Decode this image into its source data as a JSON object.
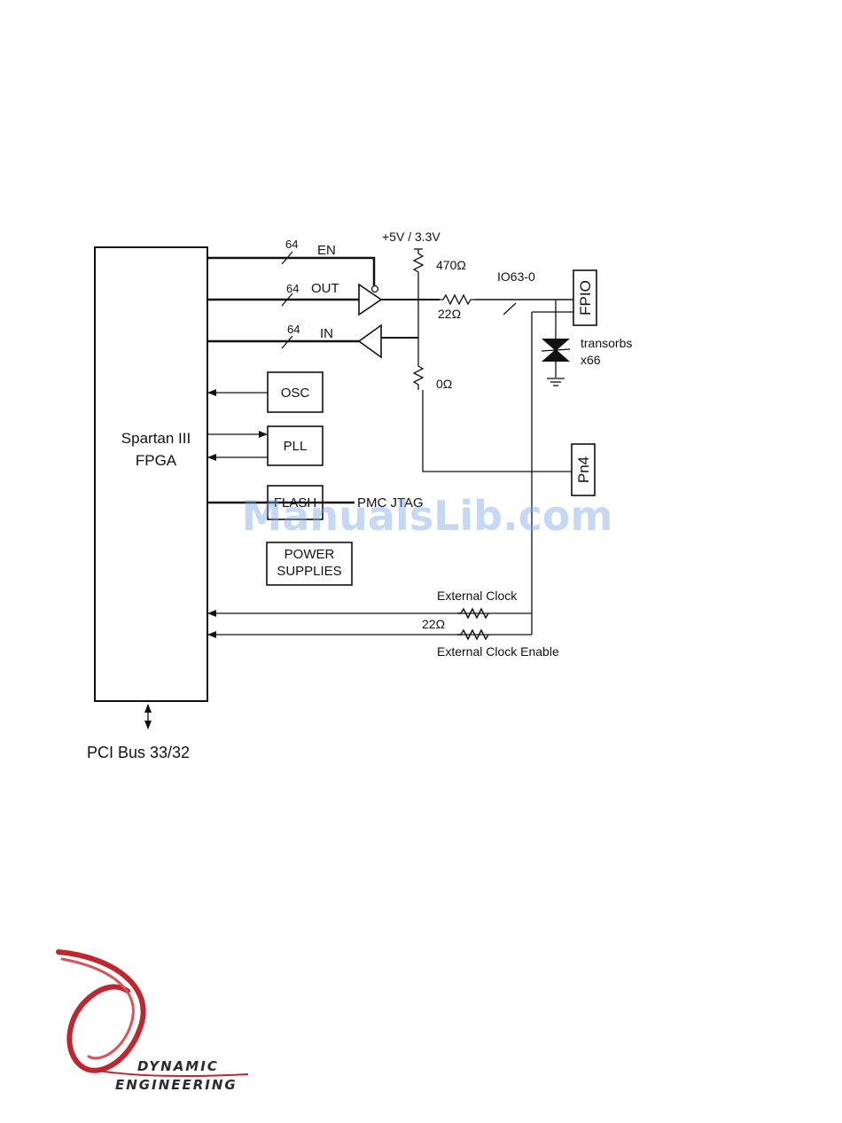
{
  "fpga": {
    "line1": "Spartan III",
    "line2": "FPGA"
  },
  "buses": {
    "en_width": "64",
    "en_label": "EN",
    "out_width": "64",
    "out_label": "OUT",
    "in_width": "64",
    "in_label": "IN"
  },
  "supply_label": "+5V / 3.3V",
  "resistors": {
    "pullup": "470Ω",
    "series_io": "22Ω",
    "pn4_link": "0Ω",
    "clock_series": "22Ω"
  },
  "io_label": "IO63-0",
  "connectors": {
    "fpio": "FPIO",
    "pn4": "Pn4"
  },
  "transorbs": {
    "line1": "transorbs",
    "line2": "x66"
  },
  "blocks": {
    "osc": "OSC",
    "pll": "PLL",
    "flash": "FLASH",
    "pmc_jtag": "PMC JTAG",
    "power_line1": "POWER",
    "power_line2": "SUPPLIES"
  },
  "external_clock": "External Clock",
  "external_clock_enable": "External Clock Enable",
  "pci_bus": "PCI Bus 33/32",
  "watermark": "ManualsLib.com",
  "logo": {
    "line1": "DYNAMIC",
    "line2": "ENGINEERING",
    "accent": "#c0262e"
  }
}
